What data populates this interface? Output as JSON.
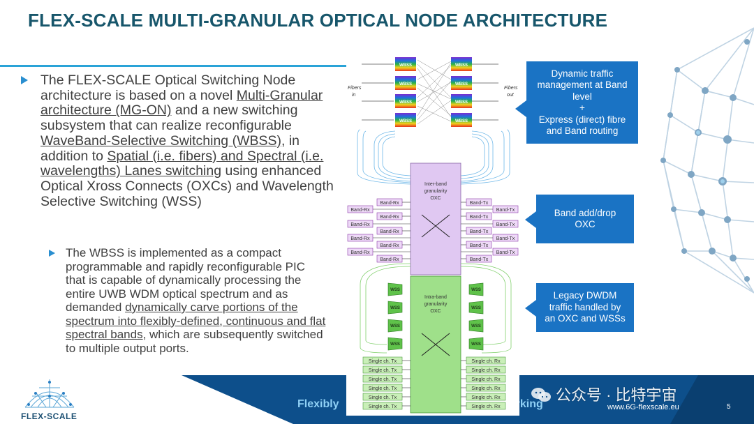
{
  "slide": {
    "title": "FLEX-SCALE MULTI-GRANULAR OPTICAL NODE ARCHITECTURE",
    "accent_color": "#2aa3d7",
    "title_color": "#17566b",
    "page_number": "5"
  },
  "bullets": {
    "main": [
      {
        "text": "The FLEX-SCALE Optical Switching Node architecture is based on a novel ",
        "u": false
      },
      {
        "text": "Multi-Granular architecture (MG-ON)",
        "u": true
      },
      {
        "text": " and a new switching subsystem that can realize reconfigurable ",
        "u": false
      },
      {
        "text": "WaveBand-Selective Switching (WBSS)",
        "u": true
      },
      {
        "text": ", in addition to ",
        "u": false
      },
      {
        "text": "Spatial (i.e. fibers) and Spectral (i.e. wavelengths) Lanes switching",
        "u": true
      },
      {
        "text": " using enhanced Optical Xross Connects (OXCs) and Wavelength Selective Switching (WSS)",
        "u": false
      }
    ],
    "sub": [
      {
        "text": "The WBSS is implemented as a compact programmable and rapidly reconfigurable PIC that is capable of dynamically processing the entire UWB WDM optical spectrum and as demanded ",
        "u": false
      },
      {
        "text": "dynamically carve portions of the spectrum into flexibly-defined, continuous and flat spectral bands",
        "u": true
      },
      {
        "text": ", which are subsequently switched to multiple output ports.",
        "u": false
      }
    ]
  },
  "callouts": [
    {
      "text": "Dynamic traffic\nmanagement at Band\nlevel\n+\nExpress (direct) fibre\nand Band routing",
      "color": "#1a73c4"
    },
    {
      "text": "Band add/drop\nOXC",
      "color": "#1a73c4"
    },
    {
      "text": "Legacy DWDM\ntraffic handled by\nan OXC and WSSs",
      "color": "#1a73c4"
    }
  ],
  "diagram": {
    "fibers_in": "Fibers\nin",
    "fibers_out": "Fibers\nout",
    "wbss_label": "WBSS",
    "wss_label": "WSS",
    "inter_band_oxc": "Inter-band\ngranularity\nOXC",
    "intra_band_oxc": "Intra-band\ngranularity\nOXC",
    "band_rx_outer": [
      "Band-Rx",
      "Band-Rx",
      "Band-Rx",
      "Band-Rx"
    ],
    "band_rx_inner": [
      "Band-Rx",
      "Band-Rx",
      "Band-Rx",
      "Band-Rx",
      "Band-Rx"
    ],
    "band_tx_outer": [
      "Band-Tx",
      "Band-Tx",
      "Band-Tx",
      "Band-Tx"
    ],
    "band_tx_inner": [
      "Band-Tx",
      "Band-Tx",
      "Band-Tx",
      "Band-Tx",
      "Band-Tx"
    ],
    "single_tx": [
      "Single ch. Tx",
      "Single ch. Tx",
      "Single ch. Tx",
      "Single ch. Tx",
      "Single ch. Tx",
      "Single ch. Tx"
    ],
    "single_rx": [
      "Single ch. Rx",
      "Single ch. Rx",
      "Single ch. Rx",
      "Single ch. Rx",
      "Single ch. Rx",
      "Single ch. Rx"
    ],
    "inter_color": "#e0c8f2",
    "intra_color": "#9fe08a",
    "wss_color": "#5fc24a"
  },
  "footer": {
    "left_text": "Flexibly",
    "mid_text": "vorking",
    "url": "www.6G-flexscale.eu",
    "band_color": "#0d4f8b"
  },
  "watermark": {
    "text": "公众号 · 比特宇宙"
  },
  "logo": {
    "text": "FLEX-SCALE"
  }
}
